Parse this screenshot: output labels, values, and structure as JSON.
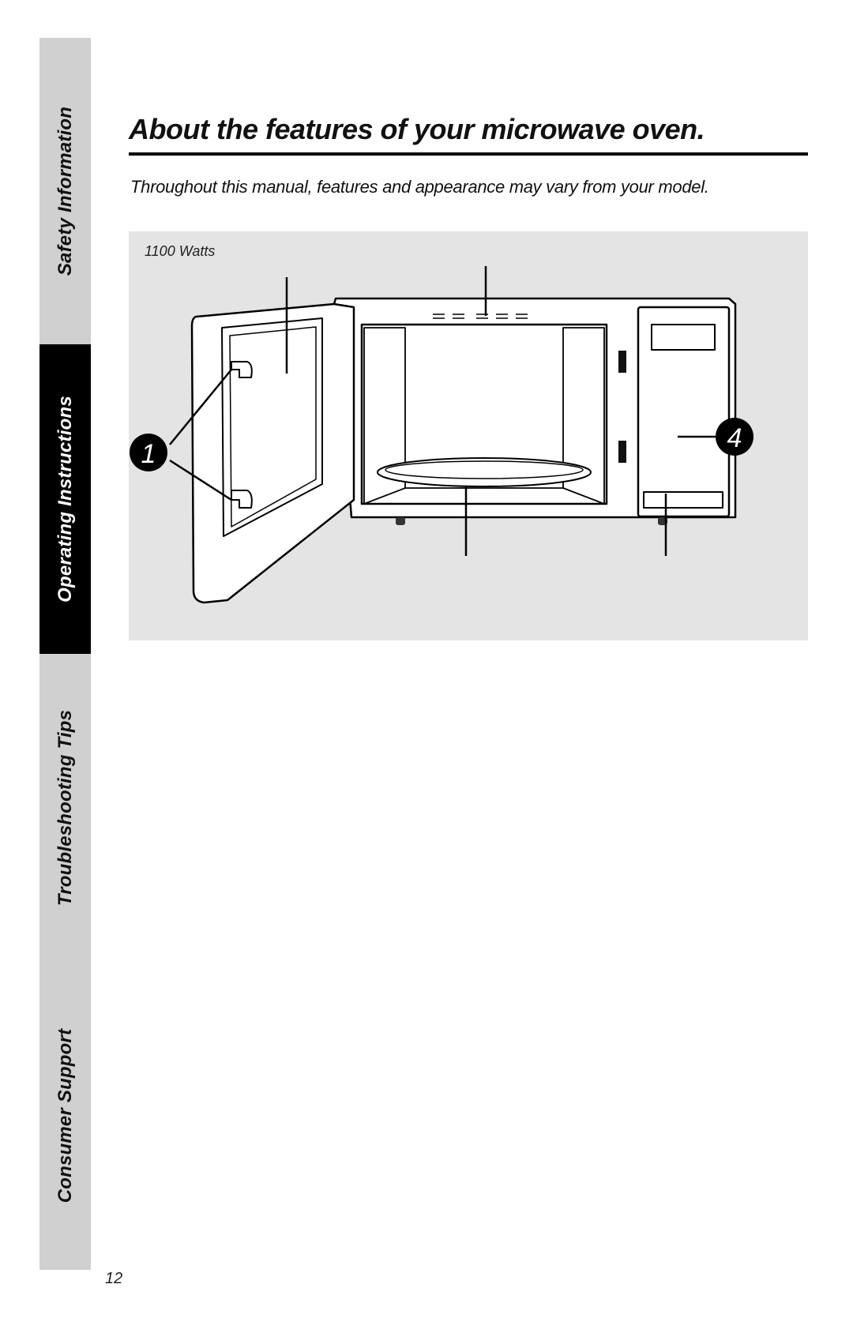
{
  "side_tabs": [
    {
      "label": "Safety Information",
      "active": false
    },
    {
      "label": "Operating Instructions",
      "active": true
    },
    {
      "label": "Troubleshooting Tips",
      "active": false
    },
    {
      "label": "Consumer Support",
      "active": false
    }
  ],
  "header": {
    "title": "About the features of your microwave oven.",
    "subtitle": "Throughout this manual, features and appearance may vary from your model."
  },
  "figure": {
    "wattage_label": "1100 Watts",
    "callouts": [
      "1",
      "4"
    ]
  },
  "footer": {
    "page_number": "12"
  }
}
